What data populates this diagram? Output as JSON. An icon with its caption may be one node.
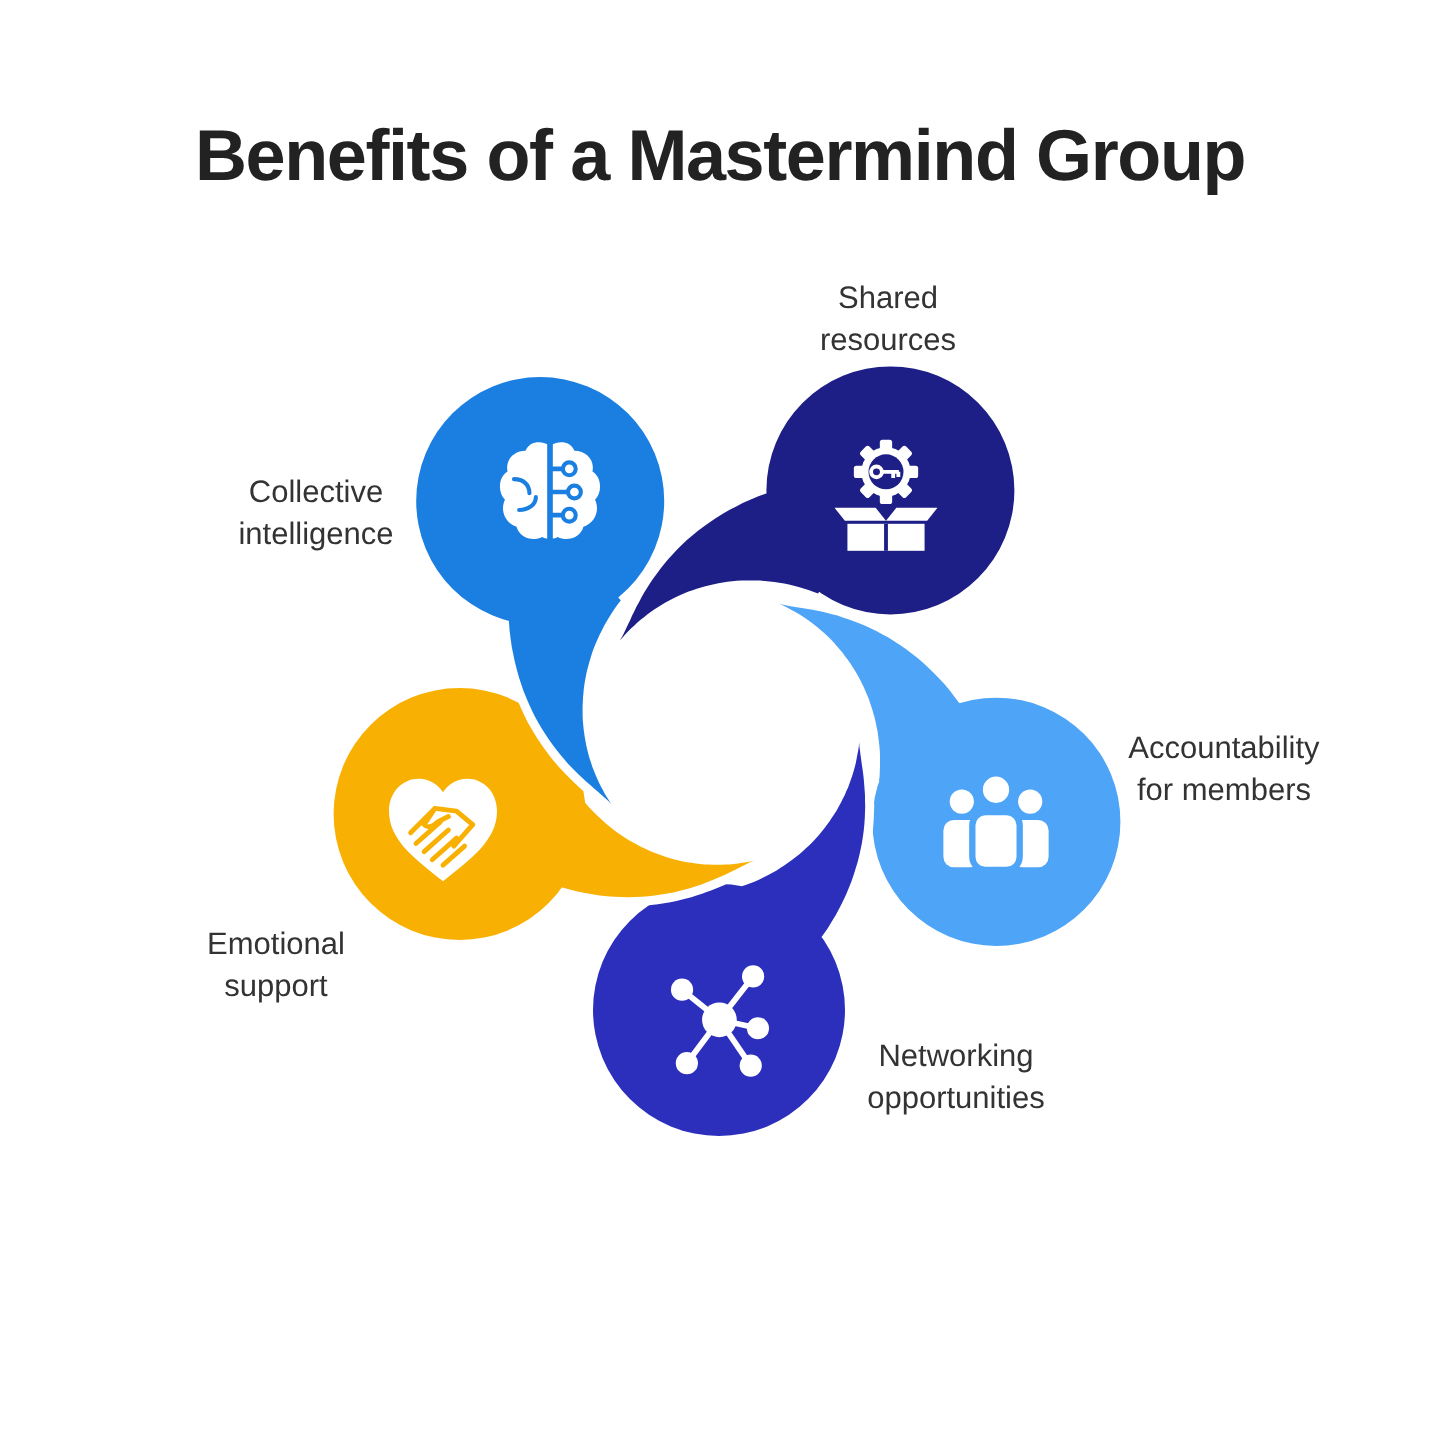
{
  "diagram": {
    "title": "Benefits of a Mastermind Group",
    "nodes": [
      {
        "text": [],
        "shape": "bubble",
        "beside": [
          "Collective intelligence"
        ]
      },
      {
        "text": [],
        "shape": "bubble",
        "beside": [
          "Shared resources"
        ]
      },
      {
        "text": [],
        "shape": "bubble",
        "beside": [
          "Accountability for members"
        ]
      },
      {
        "text": [],
        "shape": "bubble",
        "beside": [
          "Networking opportunities"
        ]
      },
      {
        "text": [],
        "shape": "bubble",
        "beside": [
          "Emotional support"
        ]
      }
    ]
  }
}
